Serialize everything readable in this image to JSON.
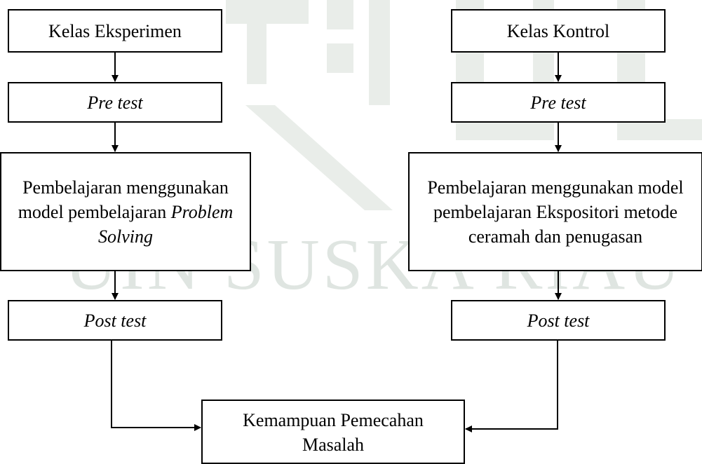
{
  "watermark": {
    "text": "UIN SUSKA RIAU",
    "color": "#dfe5e1"
  },
  "flowchart": {
    "left_column": {
      "class_label": "Kelas Eksperimen",
      "pre_test": "Pre test",
      "treatment_text": "Pembelajaran menggunakan model pembelajaran",
      "treatment_italic": "Problem Solving",
      "post_test": "Post test"
    },
    "right_column": {
      "class_label": "Kelas Kontrol",
      "pre_test": "Pre test",
      "treatment_text": "Pembelajaran menggunakan model pembelajaran Ekspositori metode ceramah dan penugasan",
      "post_test": "Post test"
    },
    "outcome": "Kemampuan Pemecahan Masalah"
  }
}
